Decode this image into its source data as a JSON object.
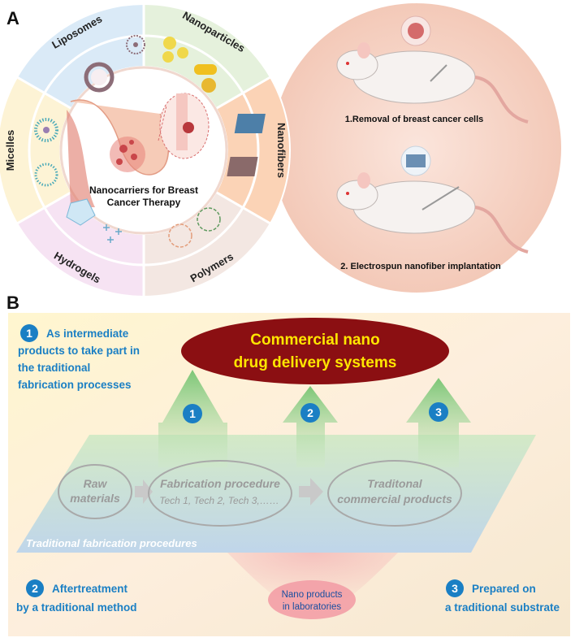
{
  "panelA": {
    "label": "A",
    "segments": {
      "liposomes": "Liposomes",
      "nanoparticles": "Nanoparticles",
      "nanofibers": "Nanofibers",
      "micelles": "Micelles",
      "hydrogels": "Hydrogels",
      "polymers": "Polymers"
    },
    "center_line1": "Nanocarriers for Breast",
    "center_line2": "Cancer Therapy",
    "caption1": "1.Removal of breast cancer cells",
    "caption2": "2. Electrospun nanofiber implantation"
  },
  "panelB": {
    "label": "B",
    "title_line1": "Commercial nano",
    "title_line2": "drug delivery systems",
    "note1_num": "1",
    "note1_line1": "As intermediate",
    "note1_line2": "products to take part in",
    "note1_line3": "the traditional",
    "note1_line4": "fabrication processes",
    "arrow1": "1",
    "arrow2": "2",
    "arrow3": "3",
    "raw_line1": "Raw",
    "raw_line2": "materials",
    "fab_line1": "Fabrication procedure",
    "fab_line2": "Tech 1, Tech 2, Tech 3,……",
    "trad_line1": "Traditonal",
    "trad_line2": "commercial products",
    "plane_label": "Traditional  fabrication procedures",
    "note2_num": "2",
    "note2_line1": "Aftertreatment",
    "note2_line2": "by a traditional method",
    "lab_line1": "Nano products",
    "lab_line2": "in laboratories",
    "note3_num": "3",
    "note3_line1": "Prepared on",
    "note3_line2": "a traditional substrate"
  },
  "colors": {
    "blue_text": "#1a7fc4",
    "title_ellipse": "#8b0f12",
    "title_text": "#ffe600",
    "arrow_green": "#8fcf8a",
    "plane_green": "#c9e9c2"
  }
}
